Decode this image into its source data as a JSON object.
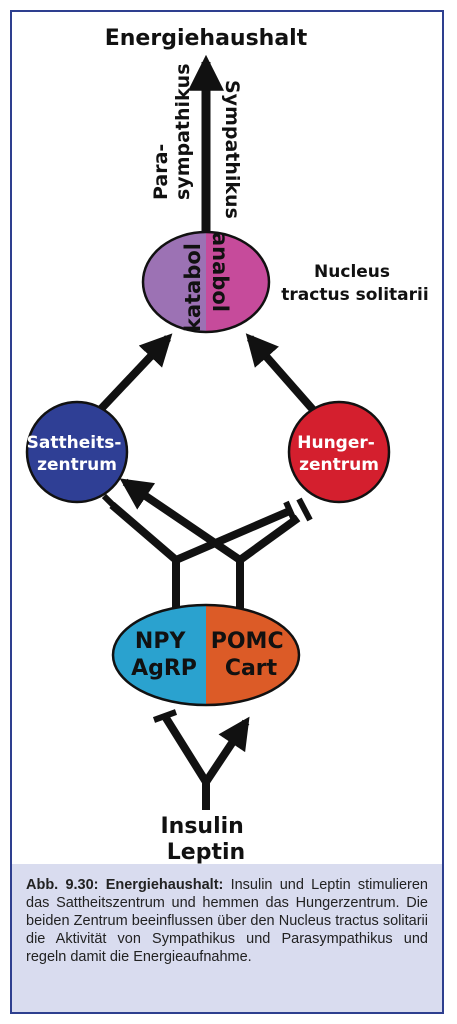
{
  "title": "Energiehaushalt",
  "parasympathikus": [
    "Para-",
    "sympathikus"
  ],
  "sympathikus": "Sympathikus",
  "nts": {
    "left": "katabol",
    "right": "anabol",
    "label_line1": "Nucleus",
    "label_line2": "tractus solitarii"
  },
  "satiety": [
    "Sattheits-",
    "zentrum"
  ],
  "hunger": [
    "Hunger-",
    "zentrum"
  ],
  "neuro_left": [
    "NPY",
    "AgRP"
  ],
  "neuro_right": [
    "POMC",
    "Cart"
  ],
  "input": [
    "Insulin",
    "Leptin"
  ],
  "caption": {
    "label": "Abb. 9.30: Energiehaushalt:",
    "text": " Insulin und Leptin stimulieren das Sattheitszentrum und hemmen das Hungerzentrum. Die beiden Zentrum beeinflussen über den Nucleus tractus solitarii die Aktivität von Sympathikus und Parasympathikus und regeln damit die Energieaufnahme."
  },
  "colors": {
    "frame": "#2e3f8f",
    "caption_bg": "#d9dcef",
    "katabol": "#9c72b4",
    "anabol": "#c64b9b",
    "satiety": "#2f3f95",
    "hunger": "#d41f2e",
    "npy": "#2aa2cf",
    "pomc": "#dc5b27"
  }
}
